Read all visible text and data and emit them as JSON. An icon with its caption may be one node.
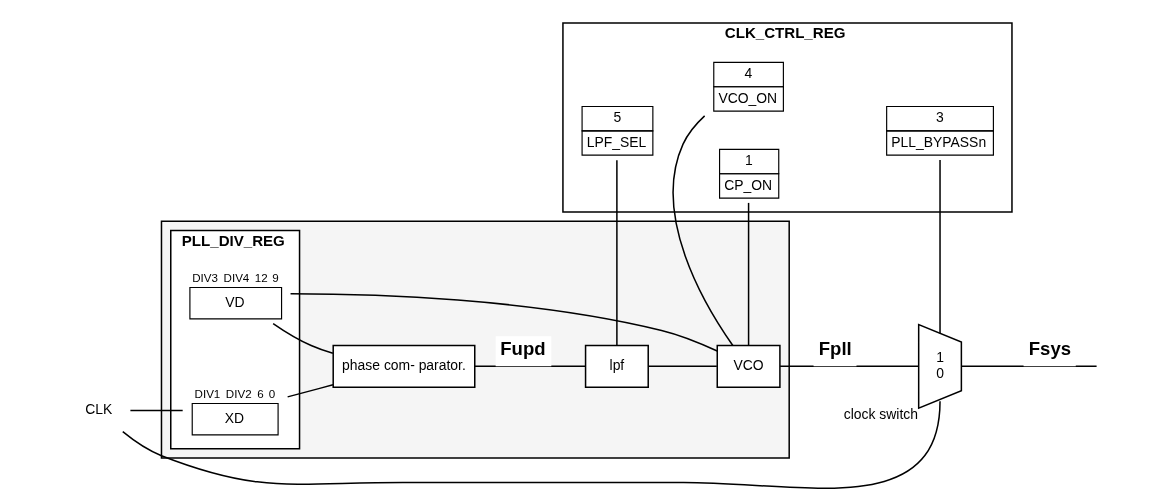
{
  "diagram": {
    "nodes": [
      {
        "text": [],
        "shape": "box"
      },
      {
        "text": [
          "PLL_DIV_REG"
        ],
        "in": 0
      },
      {
        "text": [
          "XD"
        ],
        "beside": [
          "DIV1",
          "DIV2",
          "6",
          "0"
        ],
        "in": 1
      },
      {
        "text": [
          "VD"
        ],
        "beside": [
          "DIV3",
          "DIV4",
          "12",
          "9"
        ],
        "in": 1
      },
      {
        "text": [
          "phase com- parator."
        ],
        "in": 0
      },
      {
        "text": [
          "lpf"
        ],
        "in": 0
      },
      {
        "text": [
          "VCO"
        ],
        "in": 0
      },
      {
        "text": [
          "CLK_CTRL_REG"
        ]
      },
      {
        "text": [
          "5",
          "LPF_SEL"
        ],
        "in": 7
      },
      {
        "text": [
          "4",
          "VCO_ON"
        ],
        "in": 7
      },
      {
        "text": [
          "3",
          "PLL_BYPASSn"
        ],
        "in": 7
      },
      {
        "text": [
          "1",
          "CP_ON"
        ],
        "in": 7
      },
      {
        "text": [
          "1",
          "0"
        ],
        "beside": [
          "clock switch"
        ]
      },
      {
        "text": [
          "CLK"
        ]
      }
    ],
    "edges": [
      {
        "from": 13,
        "to": 2,
        "arrow": "none"
      },
      {
        "from": 13,
        "to": 12,
        "arrow": "none"
      },
      {
        "from": 2,
        "to": 4,
        "arrow": "none"
      },
      {
        "from": 3,
        "to": 4,
        "arrow": "none"
      },
      {
        "from": 4,
        "to": 5,
        "arrow": "none",
        "label": "Fupd"
      },
      {
        "from": 5,
        "to": 6,
        "arrow": "none"
      },
      {
        "from": 6,
        "to": 12,
        "arrow": "none",
        "label": "Fpll"
      },
      {
        "from": 6,
        "to": 3,
        "arrow": "none"
      },
      {
        "from": 8,
        "to": 5,
        "arrow": "none"
      },
      {
        "from": 9,
        "to": 6,
        "arrow": "none"
      },
      {
        "from": 11,
        "to": 6,
        "arrow": "none"
      },
      {
        "from": 10,
        "to": 12,
        "arrow": "none"
      },
      {
        "from": 12,
        "to": null,
        "arrow": "none",
        "label": "Fsys"
      }
    ]
  }
}
